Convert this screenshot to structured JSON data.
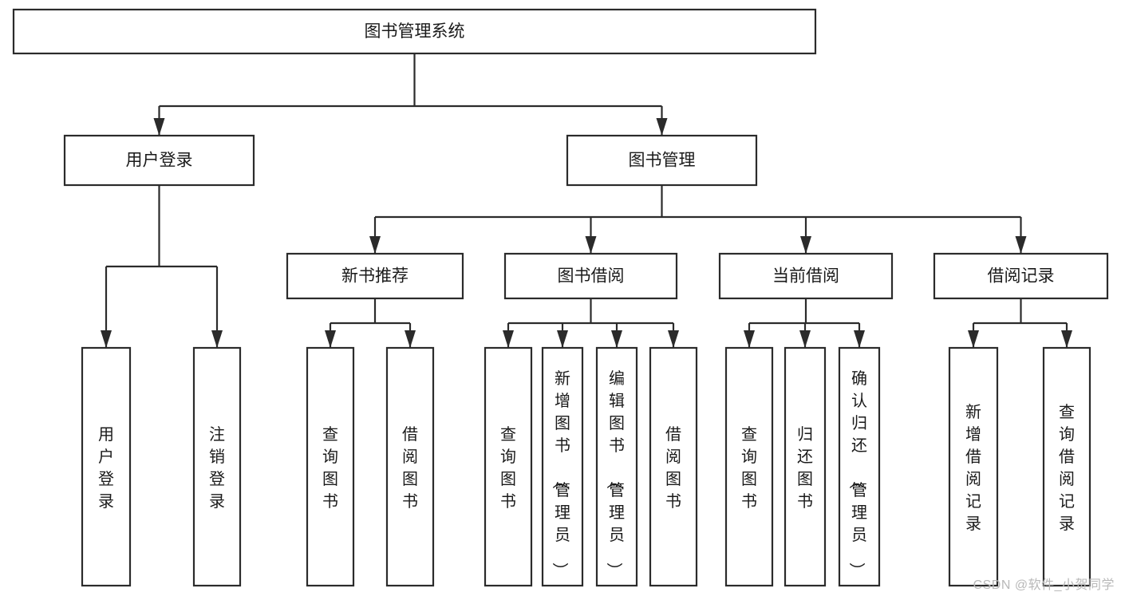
{
  "diagram": {
    "type": "tree",
    "title": "图书管理系统",
    "orientation": "top-down",
    "background_color": "#ffffff",
    "line_color": "#2b2b2b",
    "text_color": "#1a1a1a",
    "levels": 4,
    "nodes": {
      "root": {
        "label": "图书管理系统",
        "text_orientation": "horizontal"
      },
      "l2": [
        {
          "label": "用户登录",
          "text_orientation": "horizontal"
        },
        {
          "label": "图书管理",
          "text_orientation": "horizontal"
        }
      ],
      "l3": [
        {
          "label": "新书推荐",
          "text_orientation": "horizontal"
        },
        {
          "label": "图书借阅",
          "text_orientation": "horizontal"
        },
        {
          "label": "当前借阅",
          "text_orientation": "horizontal"
        },
        {
          "label": "借阅记录",
          "text_orientation": "horizontal"
        }
      ],
      "leaves_user_login": [
        {
          "label": "用户登录",
          "text_orientation": "vertical"
        },
        {
          "label": "注销登录",
          "text_orientation": "vertical"
        }
      ],
      "leaves_new_books": [
        {
          "label": "查询图书",
          "text_orientation": "vertical"
        },
        {
          "label": "借阅图书",
          "text_orientation": "vertical"
        }
      ],
      "leaves_borrow": [
        {
          "label": "查询图书",
          "text_orientation": "vertical"
        },
        {
          "label": "新增图书（管理员）",
          "text_orientation": "vertical"
        },
        {
          "label": "编辑图书（管理员）",
          "text_orientation": "vertical"
        },
        {
          "label": "借阅图书",
          "text_orientation": "vertical"
        }
      ],
      "leaves_current": [
        {
          "label": "查询图书",
          "text_orientation": "vertical"
        },
        {
          "label": "归还图书",
          "text_orientation": "vertical"
        },
        {
          "label": "确认归还（管理员）",
          "text_orientation": "vertical"
        }
      ],
      "leaves_records": [
        {
          "label": "新增借阅记录",
          "text_orientation": "vertical"
        },
        {
          "label": "查询借阅记录",
          "text_orientation": "vertical"
        }
      ]
    }
  },
  "watermark": {
    "text": "CSDN @软件_小贺同学"
  }
}
